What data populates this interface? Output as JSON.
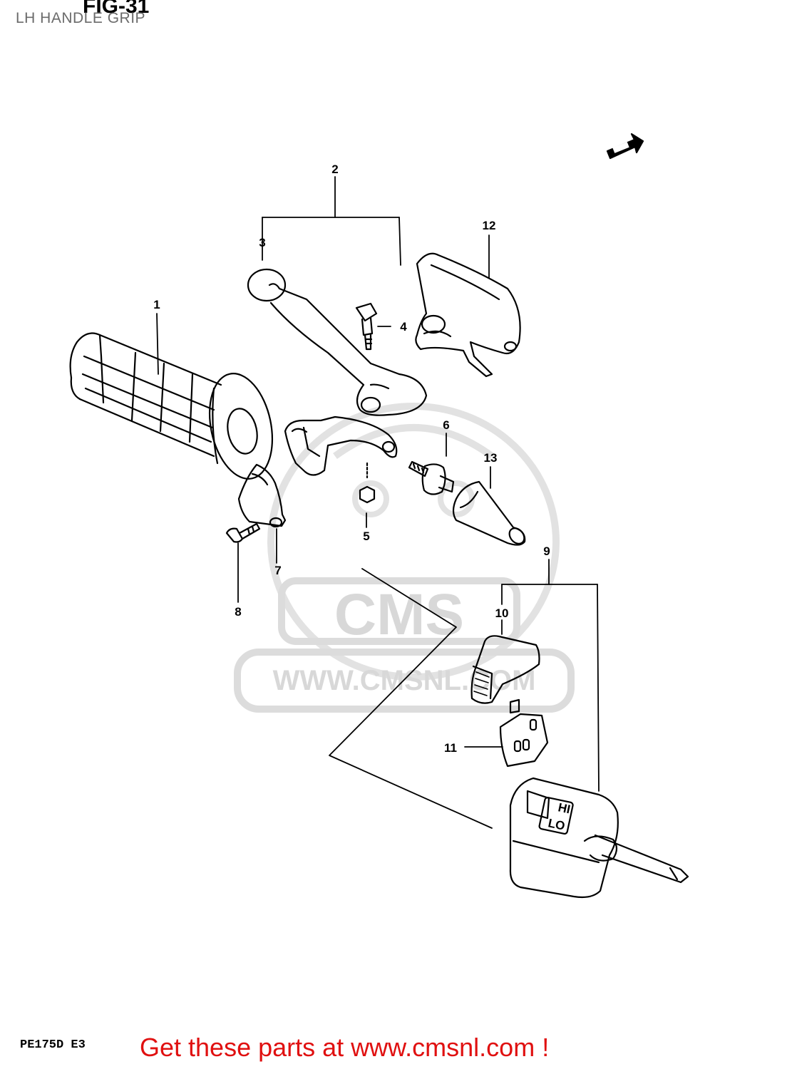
{
  "header": {
    "title": "LH HANDLE GRIP",
    "figure": "FIG-31"
  },
  "diagram": {
    "callouts": [
      "1",
      "2",
      "3",
      "4",
      "5",
      "6",
      "7",
      "8",
      "9",
      "10",
      "11",
      "12",
      "13"
    ],
    "switch_labels": {
      "hi": "HI",
      "lo": "LO"
    }
  },
  "watermark": {
    "logo": "CMS",
    "url": "WWW.CMSNL.COM"
  },
  "footer": {
    "model_code": "PE175D E3",
    "promo": "Get these parts at www.cmsnl.com !"
  },
  "colors": {
    "promo": "#e01010",
    "watermark": "#d8d8d8",
    "title": "#6b6b6b"
  }
}
